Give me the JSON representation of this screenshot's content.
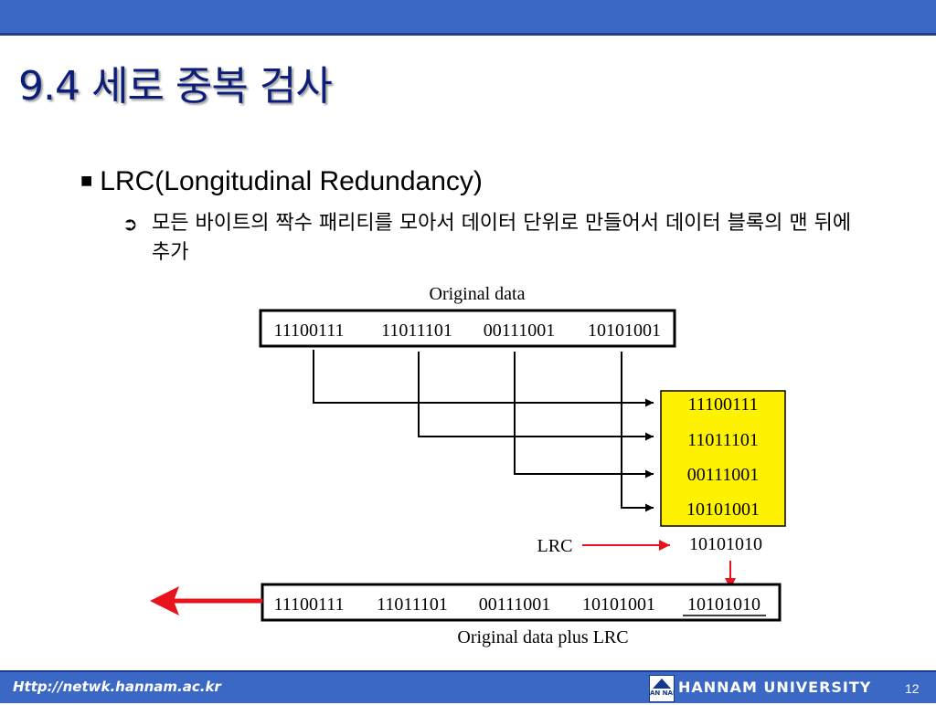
{
  "slide": {
    "title": "9.4 세로 중복 검사",
    "bullet1": {
      "marker": "■",
      "text": "LRC(Longitudinal Redundancy)"
    },
    "bullet2": {
      "marker": "➲",
      "text": "모든 바이트의 짝수 패리티를 모아서 데이터 단위로 만들어서 데이터 블록의 맨 뒤에 추가"
    }
  },
  "diagram": {
    "top_caption": "Original data",
    "original_bytes": [
      "11100111",
      "11011101",
      "00111001",
      "10101001"
    ],
    "stacked_bytes": [
      "11100111",
      "11011101",
      "00111001",
      "10101001"
    ],
    "lrc_label": "LRC",
    "lrc_value": "10101010",
    "combined_bytes": [
      "11100111",
      "11011101",
      "00111001",
      "10101001",
      "10101010"
    ],
    "bottom_caption": "Original data plus LRC",
    "colors": {
      "stack_fill": "#fff200",
      "arrow_red": "#e8141b",
      "line": "#000000"
    }
  },
  "footer": {
    "url": "Http://netwk.hannam.ac.kr",
    "university": "HANNAM UNIVERSITY",
    "logo_text": "HAN NAM",
    "page_number": "12"
  }
}
